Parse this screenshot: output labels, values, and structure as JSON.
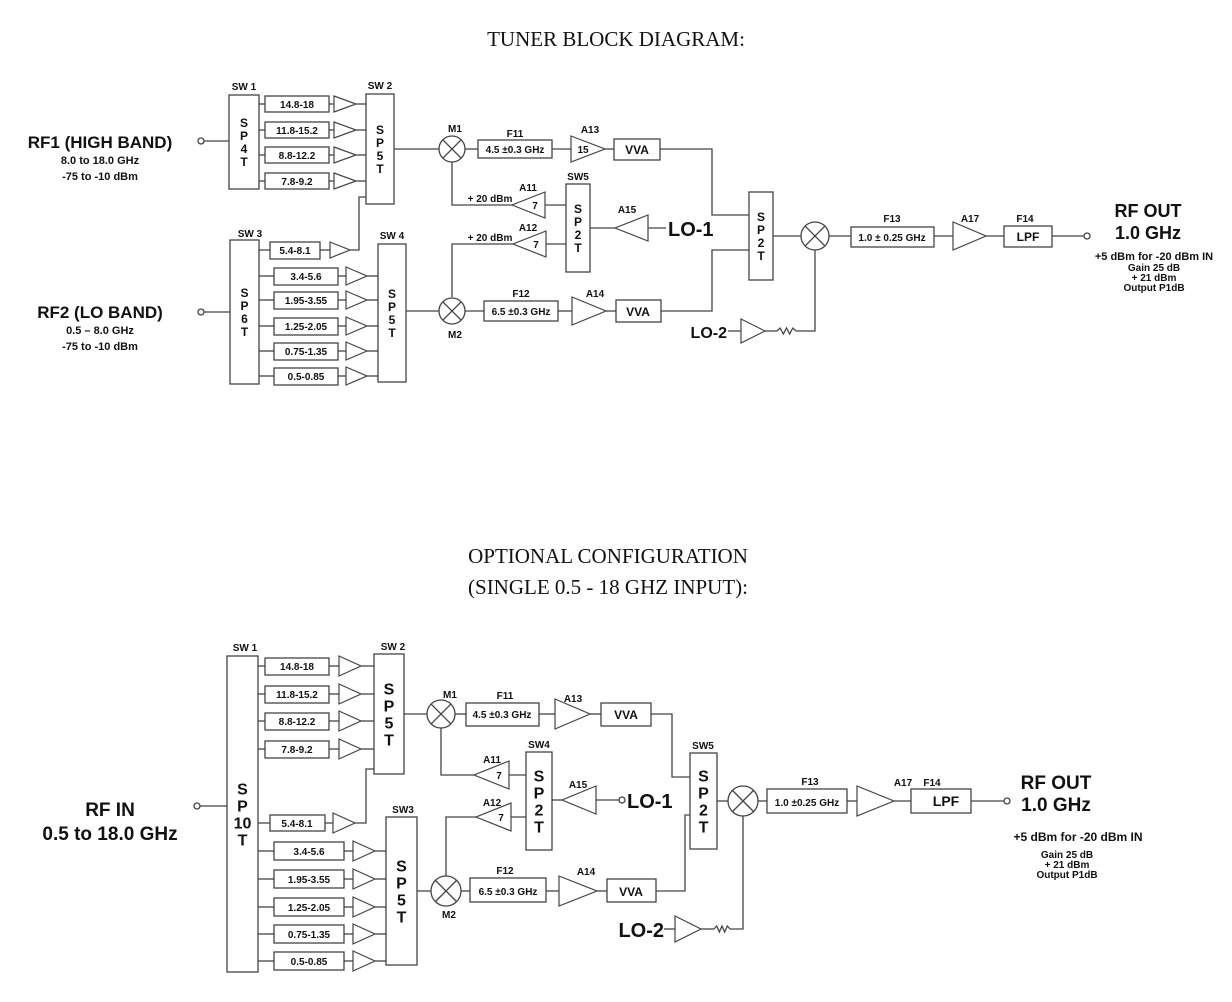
{
  "top": {
    "title": "TUNER BLOCK DIAGRAM:",
    "rf1": {
      "name": "RF1 (HIGH BAND)",
      "range": "8.0 to 18.0 GHz",
      "level": "-75 to -10 dBm"
    },
    "rf2": {
      "name": "RF2 (LO BAND)",
      "range": "0.5 – 8.0 GHz",
      "level": "-75  to -10 dBm"
    },
    "sw1": {
      "label": "SW 1",
      "type": [
        "S",
        "P",
        "4",
        "T"
      ]
    },
    "sw2": {
      "label": "SW 2",
      "type": [
        "S",
        "P",
        "5",
        "T"
      ]
    },
    "sw3": {
      "label": "SW 3",
      "type": [
        "S",
        "P",
        "6",
        "T"
      ]
    },
    "sw4": {
      "label": "SW 4",
      "type": [
        "S",
        "P",
        "5",
        "T"
      ]
    },
    "sw5": {
      "label": "SW5",
      "type": [
        "S",
        "P",
        "2",
        "T"
      ]
    },
    "sw6": {
      "type": [
        "S",
        "P",
        "2",
        "T"
      ]
    },
    "high_filters": [
      "14.8-18",
      "11.8-15.2",
      "8.8-12.2",
      "7.8-9.2"
    ],
    "low_filters": [
      "5.4-8.1",
      "3.4-5.6",
      "1.95-3.55",
      "1.25-2.05",
      "0.75-1.35",
      "0.5-0.85"
    ],
    "m1": "M1",
    "m2": "M2",
    "f11": {
      "label": "F11",
      "value": "4.5 ±0.3 GHz"
    },
    "f12": {
      "label": "F12",
      "value": "6.5 ±0.3 GHz"
    },
    "f13": {
      "label": "F13",
      "value": "1.0 ± 0.25 GHz"
    },
    "f14": {
      "label": "F14",
      "value": "LPF"
    },
    "a11": {
      "label": "A11",
      "gain": "7",
      "power": "+ 20 dBm"
    },
    "a12": {
      "label": "A12",
      "gain": "7",
      "power": "+ 20 dBm"
    },
    "a13": {
      "label": "A13",
      "gain": "15"
    },
    "a14": {
      "label": "A14"
    },
    "a15": {
      "label": "A15"
    },
    "a17": {
      "label": "A17"
    },
    "vva": "VVA",
    "lo1": "LO-1",
    "lo2": "LO-2",
    "rfout": {
      "name": "RF OUT",
      "freq": "1.0 GHz",
      "spec": "+5 dBm for -20 dBm IN",
      "gain": "Gain 25 dB",
      "p1": "+ 21 dBm",
      "p1_label": "Output P1dB"
    }
  },
  "bottom": {
    "title_line1": "OPTIONAL CONFIGURATION",
    "title_line2": "(SINGLE 0.5 - 18 GHZ INPUT):",
    "rfin": {
      "name": "RF IN",
      "range": "0.5 to 18.0 GHz"
    },
    "sw1": {
      "label": "SW 1",
      "type": [
        "S",
        "P",
        "10",
        "T"
      ]
    },
    "sw2": {
      "label": "SW 2",
      "type": [
        "S",
        "P",
        "5",
        "T"
      ]
    },
    "sw3": {
      "label": "SW3",
      "type": [
        "S",
        "P",
        "5",
        "T"
      ]
    },
    "sw4": {
      "label": "SW4",
      "type": [
        "S",
        "P",
        "2",
        "T"
      ]
    },
    "sw5": {
      "label": "SW5",
      "type": [
        "S",
        "P",
        "2",
        "T"
      ]
    },
    "high_filters": [
      "14.8-18",
      "11.8-15.2",
      "8.8-12.2",
      "7.8-9.2"
    ],
    "low_filters": [
      "5.4-8.1",
      "3.4-5.6",
      "1.95-3.55",
      "1.25-2.05",
      "0.75-1.35",
      "0.5-0.85"
    ],
    "m1": "M1",
    "m2": "M2",
    "f11": {
      "label": "F11",
      "value": "4.5 ±0.3 GHz"
    },
    "f12": {
      "label": "F12",
      "value": "6.5 ±0.3 GHz"
    },
    "f13": {
      "label": "F13",
      "value": "1.0 ±0.25 GHz"
    },
    "f14": {
      "label": "F14",
      "value": "LPF"
    },
    "a11": {
      "label": "A11",
      "gain": "7"
    },
    "a12": {
      "label": "A12",
      "gain": "7"
    },
    "a13": {
      "label": "A13"
    },
    "a14": {
      "label": "A14"
    },
    "a15": {
      "label": "A15"
    },
    "a17": {
      "label": "A17"
    },
    "vva": "VVA",
    "lo1": "LO-1",
    "lo2": "LO-2",
    "rfout": {
      "name": "RF OUT",
      "freq": "1.0 GHz",
      "spec": "+5 dBm for -20 dBm IN",
      "gain": "Gain 25 dB",
      "p1": "+ 21 dBm",
      "p1_label": "Output P1dB"
    }
  }
}
